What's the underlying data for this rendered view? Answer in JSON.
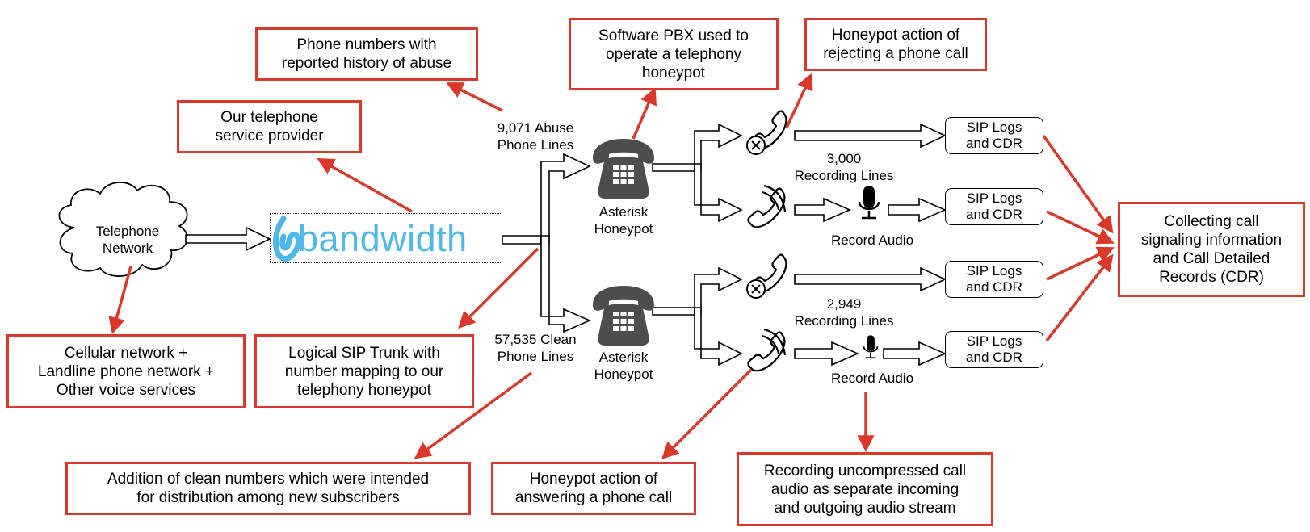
{
  "diagram": {
    "cloud_label": "Telephone\nNetwork",
    "provider_brand": "bandwidth",
    "abuse_lines_label": "9,071 Abuse\nPhone Lines",
    "clean_lines_label": "57,535 Clean\nPhone Lines",
    "honeypot_top_label": "Asterisk\nHoneypot",
    "honeypot_bottom_label": "Asterisk\nHoneypot",
    "recording_lines_top": "3,000\nRecording Lines",
    "recording_lines_bottom": "2,949\nRecording Lines",
    "record_audio_top": "Record Audio",
    "record_audio_bottom": "Record Audio",
    "sip_boxes": [
      "SIP Logs\nand CDR",
      "SIP Logs\nand CDR",
      "SIP Logs\nand CDR",
      "SIP Logs\nand CDR"
    ],
    "annotations": {
      "abuse_numbers": "Phone numbers with\nreported history of abuse",
      "service_provider": "Our telephone\nservice provider",
      "software_pbx": "Software PBX used to\noperate a telephony\nhoneypot",
      "reject_call": "Honeypot action of\nrejecting a phone call",
      "collect_cdr": "Collecting call\nsignaling information\nand Call Detailed\nRecords (CDR)",
      "networks": "Cellular network +\nLandline phone network +\nOther voice services",
      "sip_trunk": "Logical SIP Trunk with\nnumber mapping to our\ntelephony honeypot",
      "clean_numbers": "Addition of clean numbers which were intended\nfor distribution among new subscribers",
      "answer_call": "Honeypot action of\nanswering a phone call",
      "recording_audio": "Recording uncompressed call\naudio as separate incoming\nand outgoing audio stream"
    },
    "colors": {
      "annotation_red": "#d9382a",
      "brand_blue": "#4fb8e8",
      "phone_gray": "#4d4d4d"
    }
  }
}
